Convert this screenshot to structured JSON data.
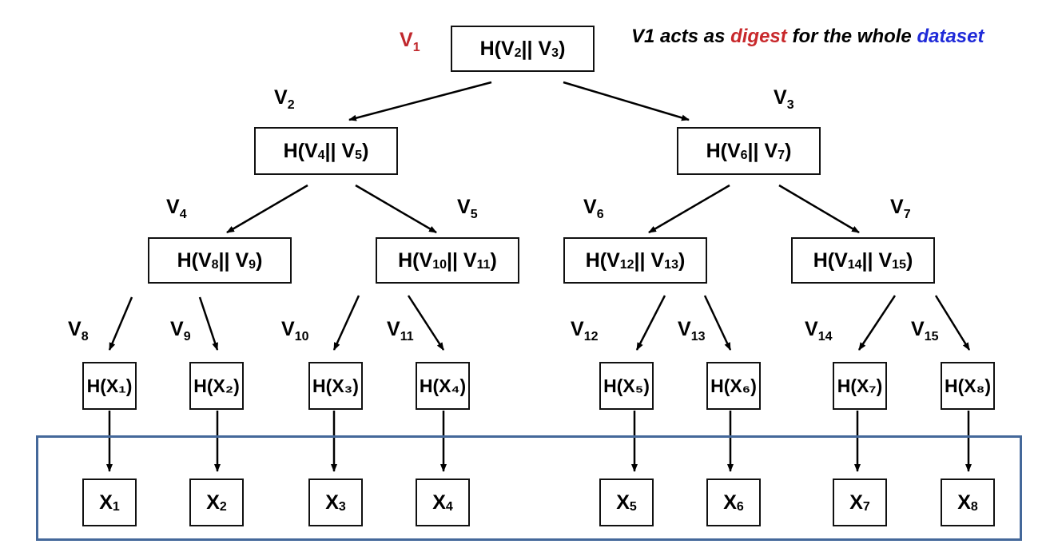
{
  "caption": {
    "prefix": "V1 acts as ",
    "digest": "digest",
    "middle": " for the whole ",
    "dataset": "dataset",
    "colors": {
      "digest": "#c8282b",
      "dataset": "#1f2ad8",
      "root_label": "#c0282d",
      "dataset_box": "#44689a"
    }
  },
  "root": {
    "label": "V",
    "label_sub": "1",
    "content": "H(V",
    "s1": "2",
    "mid": " || V",
    "s2": "3",
    "end": ")"
  },
  "level1": [
    {
      "label": "V",
      "label_sub": "2",
      "content": "H(V",
      "s1": "4",
      "mid": " || V",
      "s2": "5",
      "end": ")"
    },
    {
      "label": "V",
      "label_sub": "3",
      "content": "H(V",
      "s1": "6",
      "mid": " || V",
      "s2": "7",
      "end": ")"
    }
  ],
  "level2": [
    {
      "label": "V",
      "label_sub": "4",
      "content": "H(V",
      "s1": "8",
      "mid": " || V",
      "s2": "9",
      "end": ")"
    },
    {
      "label": "V",
      "label_sub": "5",
      "content": "H(V",
      "s1": "10",
      "mid": " || V",
      "s2": "11",
      "end": ")"
    },
    {
      "label": "V",
      "label_sub": "6",
      "content": "H(V",
      "s1": "12",
      "mid": " || V",
      "s2": "13",
      "end": ")"
    },
    {
      "label": "V",
      "label_sub": "7",
      "content": "H(V",
      "s1": "14",
      "mid": " || V",
      "s2": "15",
      "end": ")"
    }
  ],
  "leaf_hashes": [
    {
      "label": "V",
      "label_sub": "8",
      "content": "H(X₁)"
    },
    {
      "label": "V",
      "label_sub": "9",
      "content": "H(X₂)"
    },
    {
      "label": "V",
      "label_sub": "10",
      "content": "H(X₃)"
    },
    {
      "label": "V",
      "label_sub": "11",
      "content": "H(X₄)"
    },
    {
      "label": "V",
      "label_sub": "12",
      "content": "H(X₅)"
    },
    {
      "label": "V",
      "label_sub": "13",
      "content": "H(X₆)"
    },
    {
      "label": "V",
      "label_sub": "14",
      "content": "H(X₇)"
    },
    {
      "label": "V",
      "label_sub": "15",
      "content": "H(X₈)"
    }
  ],
  "data_blocks": [
    {
      "name": "X",
      "sub": "1"
    },
    {
      "name": "X",
      "sub": "2"
    },
    {
      "name": "X",
      "sub": "3"
    },
    {
      "name": "X",
      "sub": "4"
    },
    {
      "name": "X",
      "sub": "5"
    },
    {
      "name": "X",
      "sub": "6"
    },
    {
      "name": "X",
      "sub": "7"
    },
    {
      "name": "X",
      "sub": "8"
    }
  ]
}
